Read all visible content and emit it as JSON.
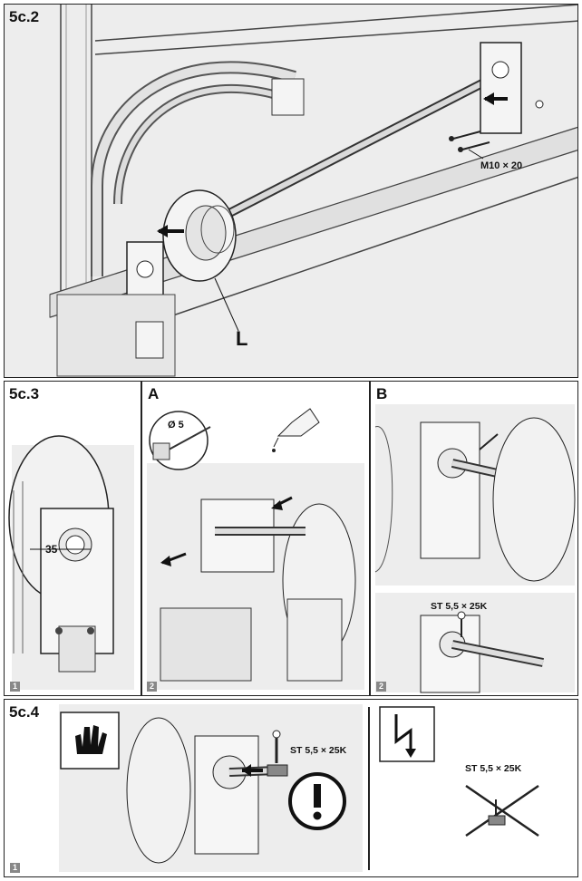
{
  "fig_5c2": {
    "title": "5c.2",
    "bolt": "M10 × 20",
    "part": "L"
  },
  "fig_5c3": {
    "title": "5c.3",
    "step_left": "1",
    "dim": "35",
    "panel_a": {
      "label": "A",
      "drill": "Ø 5",
      "step": "2"
    },
    "panel_b": {
      "label": "B",
      "screw": "ST 5,5 × 25K",
      "step": "2"
    }
  },
  "fig_5c4": {
    "title": "5c.4",
    "screw": "ST 5,5 × 25K",
    "step": "1",
    "screw_crossed": "ST 5,5 × 25K"
  }
}
